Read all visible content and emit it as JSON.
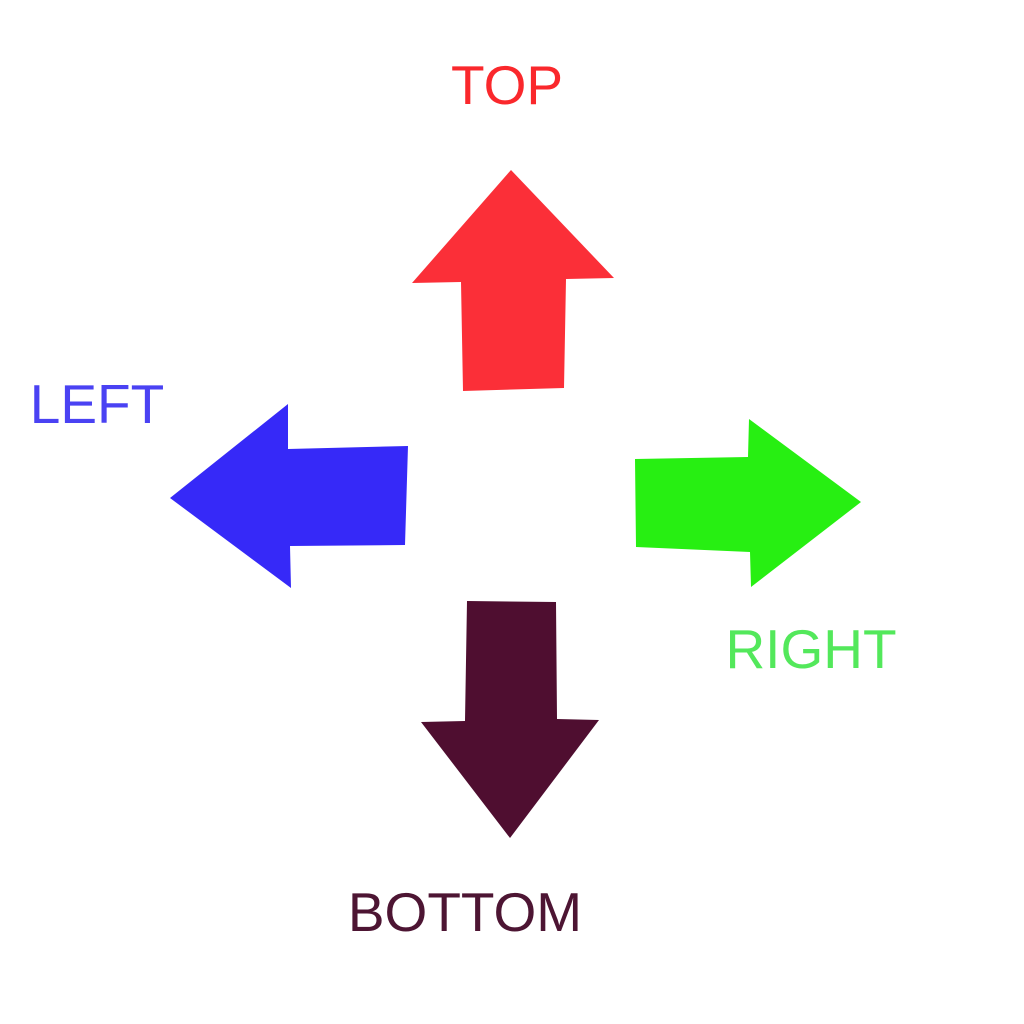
{
  "page": {
    "background_color": "#ffffff",
    "description": "Four-direction arrow diagram"
  },
  "arrows": [
    {
      "id": "up",
      "direction": "up",
      "label": "TOP",
      "arrow_color": "#fb2f38",
      "label_color": "#fa282c"
    },
    {
      "id": "left",
      "direction": "left",
      "label": "LEFT",
      "arrow_color": "#3629f8",
      "label_color": "#4a42f3"
    },
    {
      "id": "right",
      "direction": "right",
      "label": "RIGHT",
      "arrow_color": "#27ef12",
      "label_color": "#53e85b"
    },
    {
      "id": "down",
      "direction": "down",
      "label": "BOTTOM",
      "arrow_color": "#4f0e30",
      "label_color": "#4d1533"
    }
  ]
}
